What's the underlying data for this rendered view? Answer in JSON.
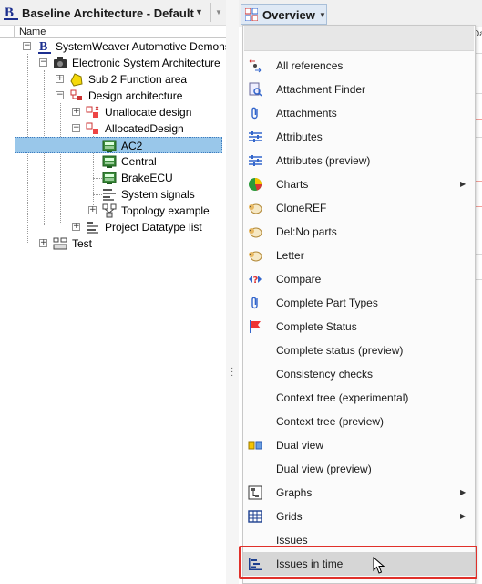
{
  "left_panel": {
    "title": "Baseline Architecture - Default",
    "column_header": "Name",
    "tree": [
      {
        "label": "SystemWeaver Automotive Demonst",
        "icon": "baseline-b-icon"
      },
      {
        "label": "Electronic System Architecture",
        "icon": "camera-icon"
      },
      {
        "label": "Sub 2 Function area",
        "icon": "function-area-icon"
      },
      {
        "label": "Design architecture",
        "icon": "design-architecture-icon"
      },
      {
        "label": "Unallocate design",
        "icon": "design-icon"
      },
      {
        "label": "AllocatedDesign",
        "icon": "design-icon"
      },
      {
        "label": "AC2",
        "icon": "ecu-icon"
      },
      {
        "label": "Central",
        "icon": "ecu-icon"
      },
      {
        "label": "BrakeECU",
        "icon": "ecu-icon"
      },
      {
        "label": "System signals",
        "icon": "signals-icon"
      },
      {
        "label": "Topology example",
        "icon": "topology-icon"
      },
      {
        "label": "Project Datatype list",
        "icon": "datatype-list-icon"
      },
      {
        "label": "Test",
        "icon": "test-icon"
      }
    ]
  },
  "right_panel": {
    "view_button": "Overview",
    "strip_header": "Da"
  },
  "menu": {
    "items": [
      {
        "label": "All references",
        "icon": "references-icon"
      },
      {
        "label": "Attachment Finder",
        "icon": "attachment-finder-icon"
      },
      {
        "label": "Attachments",
        "icon": "paperclip-icon"
      },
      {
        "label": "Attributes",
        "icon": "attributes-icon"
      },
      {
        "label": "Attributes (preview)",
        "icon": "attributes-icon"
      },
      {
        "label": "Charts",
        "icon": "pie-chart-icon",
        "submenu": true
      },
      {
        "label": "CloneREF",
        "icon": "sheep-icon"
      },
      {
        "label": "Del:No parts",
        "icon": "sheep-icon"
      },
      {
        "label": "Letter",
        "icon": "sheep-icon"
      },
      {
        "label": "Compare",
        "icon": "compare-icon"
      },
      {
        "label": "Complete Part Types",
        "icon": "paperclip-icon"
      },
      {
        "label": "Complete Status",
        "icon": "flag-icon"
      },
      {
        "label": "Complete status (preview)",
        "icon": ""
      },
      {
        "label": "Consistency checks",
        "icon": ""
      },
      {
        "label": "Context tree (experimental)",
        "icon": ""
      },
      {
        "label": "Context tree (preview)",
        "icon": ""
      },
      {
        "label": "Dual view",
        "icon": "dual-view-icon"
      },
      {
        "label": "Dual view (preview)",
        "icon": ""
      },
      {
        "label": "Graphs",
        "icon": "graphs-icon",
        "submenu": true
      },
      {
        "label": "Grids",
        "icon": "grid-icon",
        "submenu": true
      },
      {
        "label": "Issues",
        "icon": ""
      },
      {
        "label": "Issues in time",
        "icon": "issues-in-time-icon",
        "highlighted": true
      }
    ]
  },
  "colors": {
    "selection": "#99c7ea",
    "highlight_box": "#e0302a",
    "toolbar": "#f0f0f0",
    "menu_background": "#fbfbfb"
  }
}
